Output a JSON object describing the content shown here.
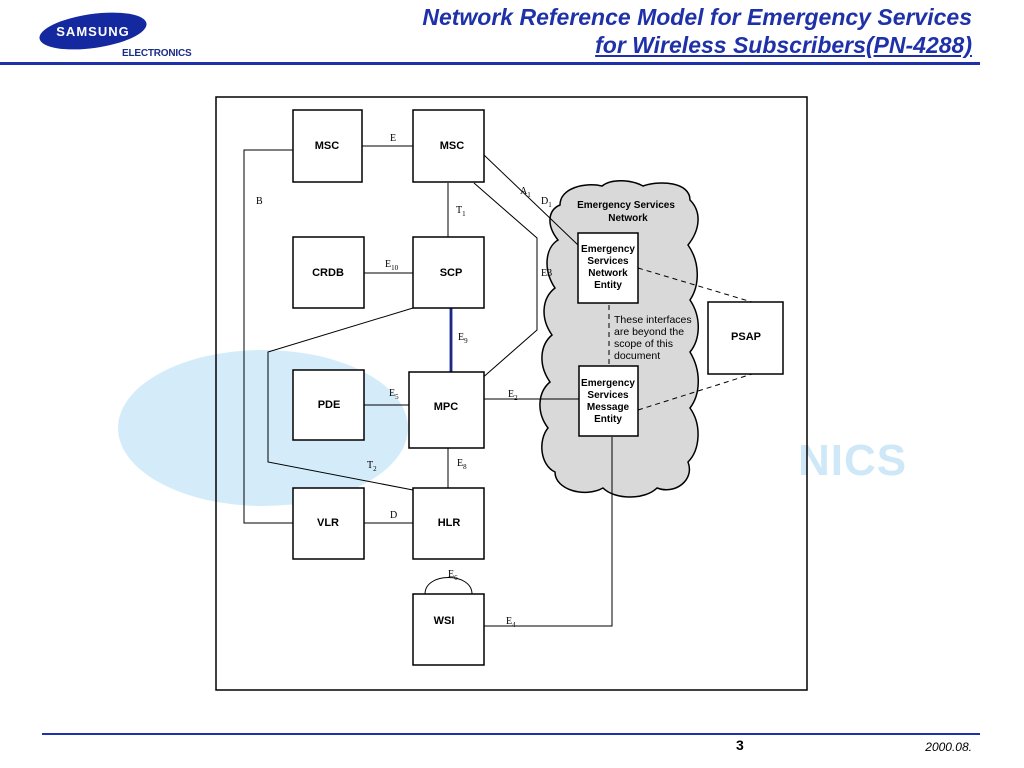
{
  "header": {
    "logo_text": "SAMSUNG",
    "logo_sub": "ELECTRONICS",
    "title_line1": "Network Reference Model for Emergency Services",
    "title_line2": "for Wireless Subscribers(PN-4288)"
  },
  "watermark": {
    "text": "NICS"
  },
  "diagram": {
    "nodes": {
      "msc_left": "MSC",
      "msc_right": "MSC",
      "crdb": "CRDB",
      "scp": "SCP",
      "pde": "PDE",
      "mpc": "MPC",
      "vlr": "VLR",
      "hlr": "HLR",
      "wsi": "WSI",
      "psap": "PSAP"
    },
    "cloud": {
      "title_line1": "Emergency Services",
      "title_line2": "Network",
      "esne": [
        "Emergency",
        "Services",
        "Network",
        "Entity"
      ],
      "esme": [
        "Emergency",
        "Services",
        "Message",
        "Entity"
      ],
      "note": [
        "These interfaces",
        "are beyond the",
        "scope of this",
        "document"
      ]
    },
    "interfaces": {
      "E": "E",
      "B": "B",
      "T1": {
        "base": "T",
        "sub": "1"
      },
      "E10": {
        "base": "E",
        "sub": "10"
      },
      "A1": {
        "base": "A",
        "sub": "1"
      },
      "D1": {
        "base": "D",
        "sub": "1"
      },
      "E3": "E3",
      "E9": {
        "base": "E",
        "sub": "9"
      },
      "E5": {
        "base": "E",
        "sub": "5"
      },
      "E2": {
        "base": "E",
        "sub": "2"
      },
      "T2": {
        "base": "T",
        "sub": "2"
      },
      "E8": {
        "base": "E",
        "sub": "8"
      },
      "D": "D",
      "E6": {
        "base": "E",
        "sub": "6"
      },
      "E4": {
        "base": "E",
        "sub": "4"
      }
    }
  },
  "footer": {
    "page_number": "3",
    "date": "2000.08."
  },
  "colors": {
    "brand_blue": "#1f31a8",
    "logo_blue": "#1428a0",
    "watermark": "#cfe8f8",
    "cloud_fill": "#d9d9d9",
    "e9_link": "#3344cc"
  }
}
